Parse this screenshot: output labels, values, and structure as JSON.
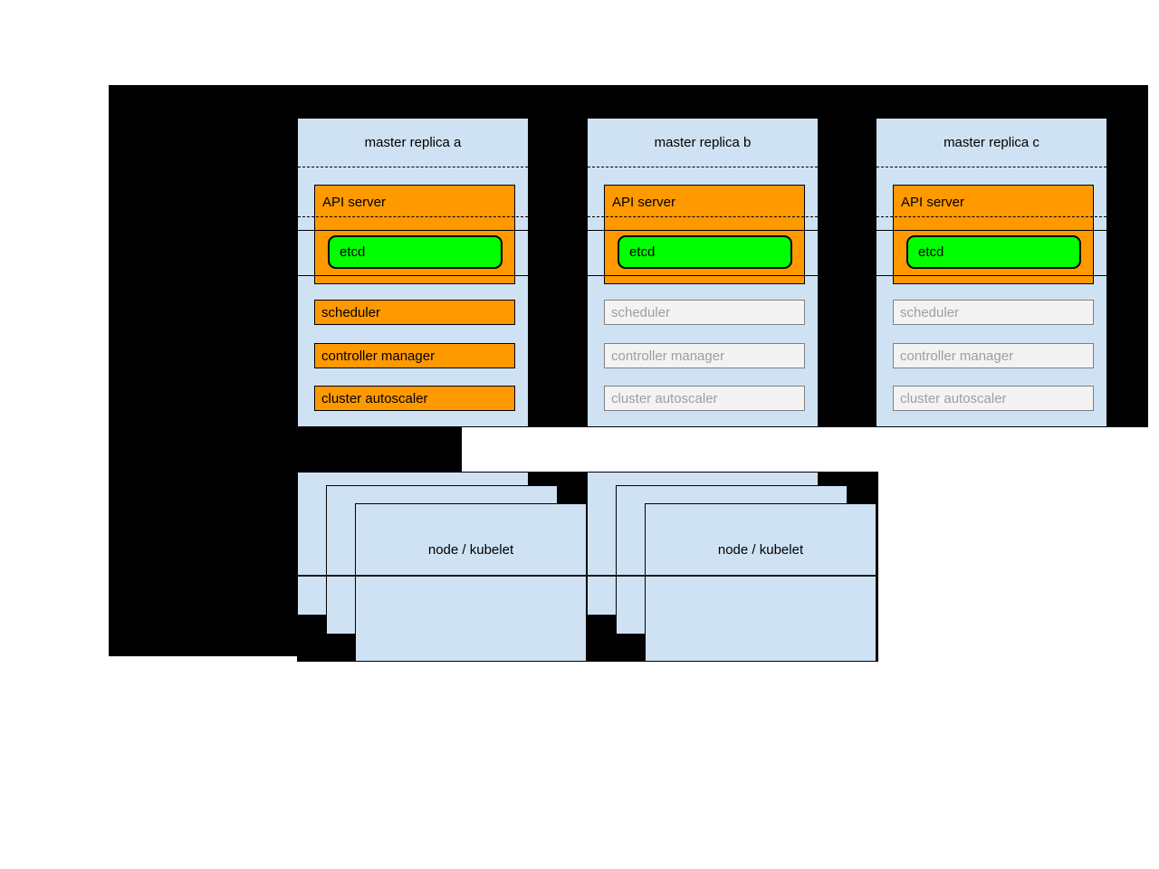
{
  "masters": [
    {
      "title": "master replica a",
      "api_server": "API server",
      "etcd": "etcd",
      "scheduler": "scheduler",
      "controller_manager": "controller manager",
      "cluster_autoscaler": "cluster autoscaler",
      "state": "active"
    },
    {
      "title": "master replica b",
      "api_server": "API server",
      "etcd": "etcd",
      "scheduler": "scheduler",
      "controller_manager": "controller manager",
      "cluster_autoscaler": "cluster autoscaler",
      "state": "standby"
    },
    {
      "title": "master replica c",
      "api_server": "API server",
      "etcd": "etcd",
      "scheduler": "scheduler",
      "controller_manager": "controller manager",
      "cluster_autoscaler": "cluster autoscaler",
      "state": "standby"
    }
  ],
  "nodes": [
    {
      "label": "node / kubelet"
    },
    {
      "label": "node / kubelet"
    }
  ],
  "colors": {
    "active_fill": "#ff9900",
    "etcd_fill": "#00ff00",
    "standby_fill": "#f3f3f3",
    "standby_border": "#808080",
    "standby_text": "#9e9e9e",
    "panel_fill": "#cfe2f3",
    "redaction": "#000000"
  }
}
